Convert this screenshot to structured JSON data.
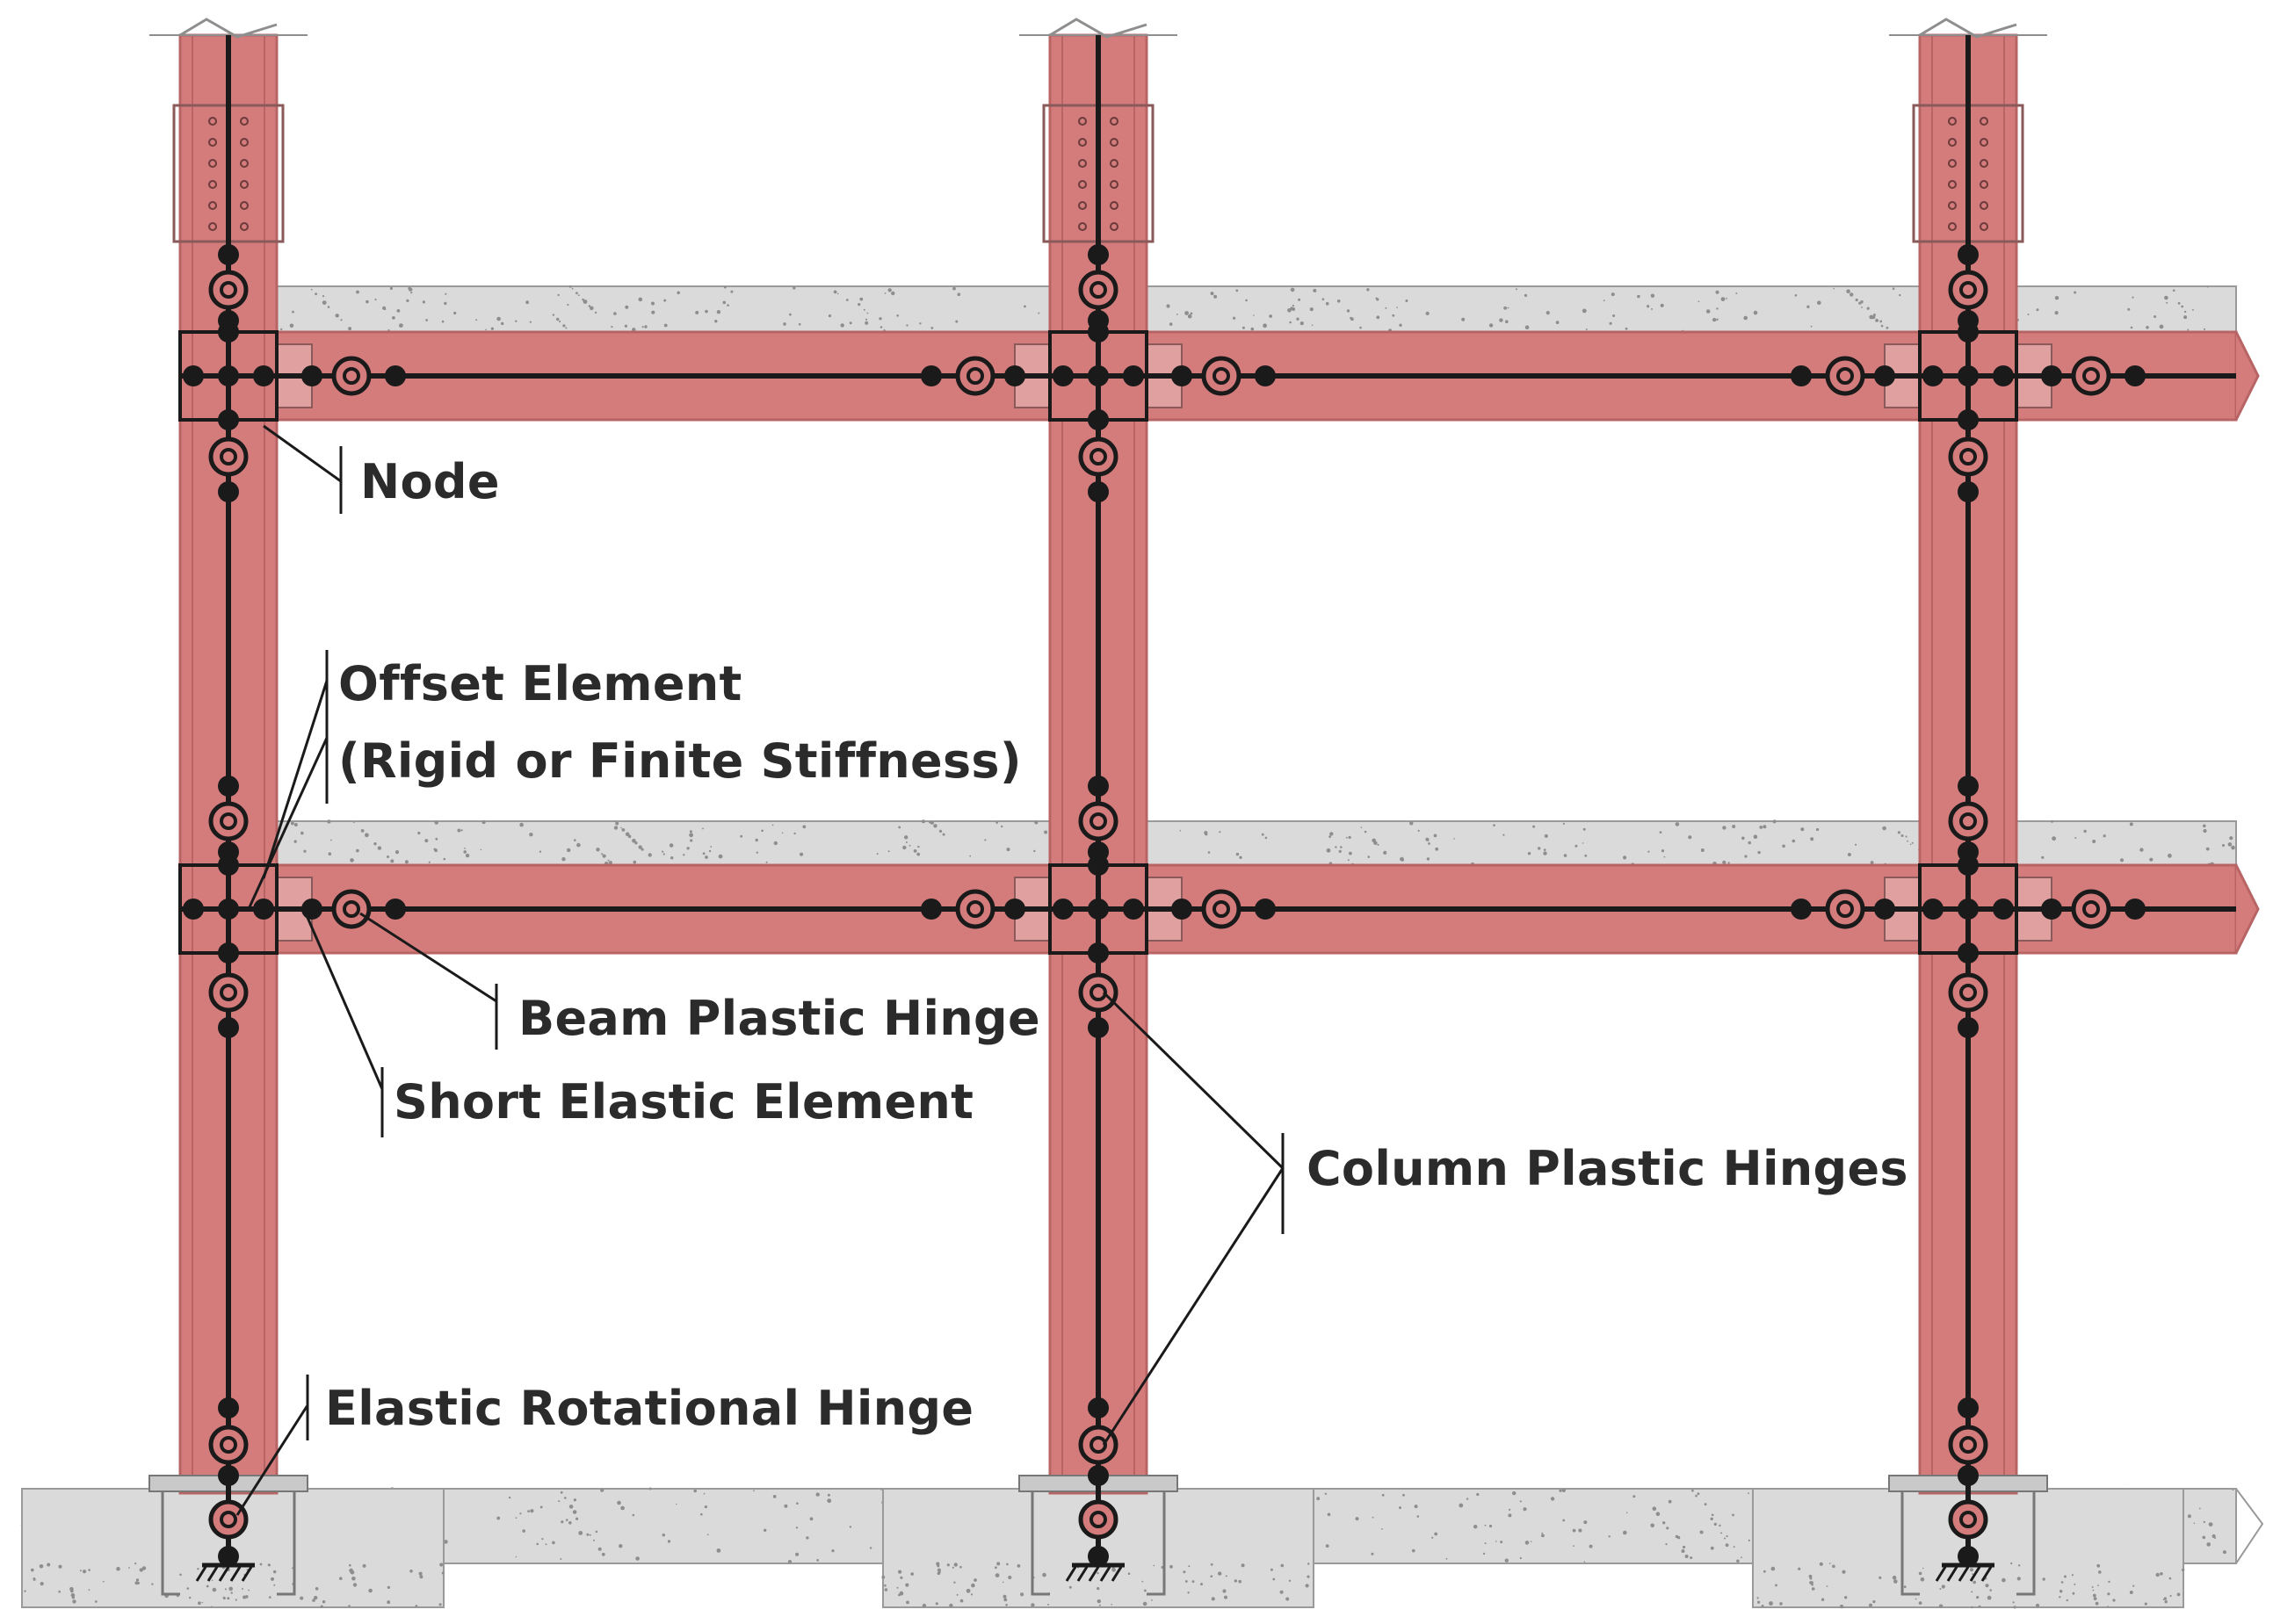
{
  "labels": {
    "node": "Node",
    "offset_element": "Offset Element",
    "offset_element_note": "(Rigid or Finite Stiffness)",
    "beam_plastic_hinge": "Beam Plastic Hinge",
    "short_elastic_element": "Short Elastic Element",
    "column_plastic_hinges": "Column Plastic Hinges",
    "elastic_rotational_hinge": "Elastic Rotational Hinge"
  },
  "colors": {
    "steel": "#d47c7c",
    "steel_edge": "#b86464",
    "concrete": "#dadada",
    "concrete_speckle": "#8e8e8e",
    "model_line": "#1a1a1a",
    "leader": "#1a1a1a"
  }
}
